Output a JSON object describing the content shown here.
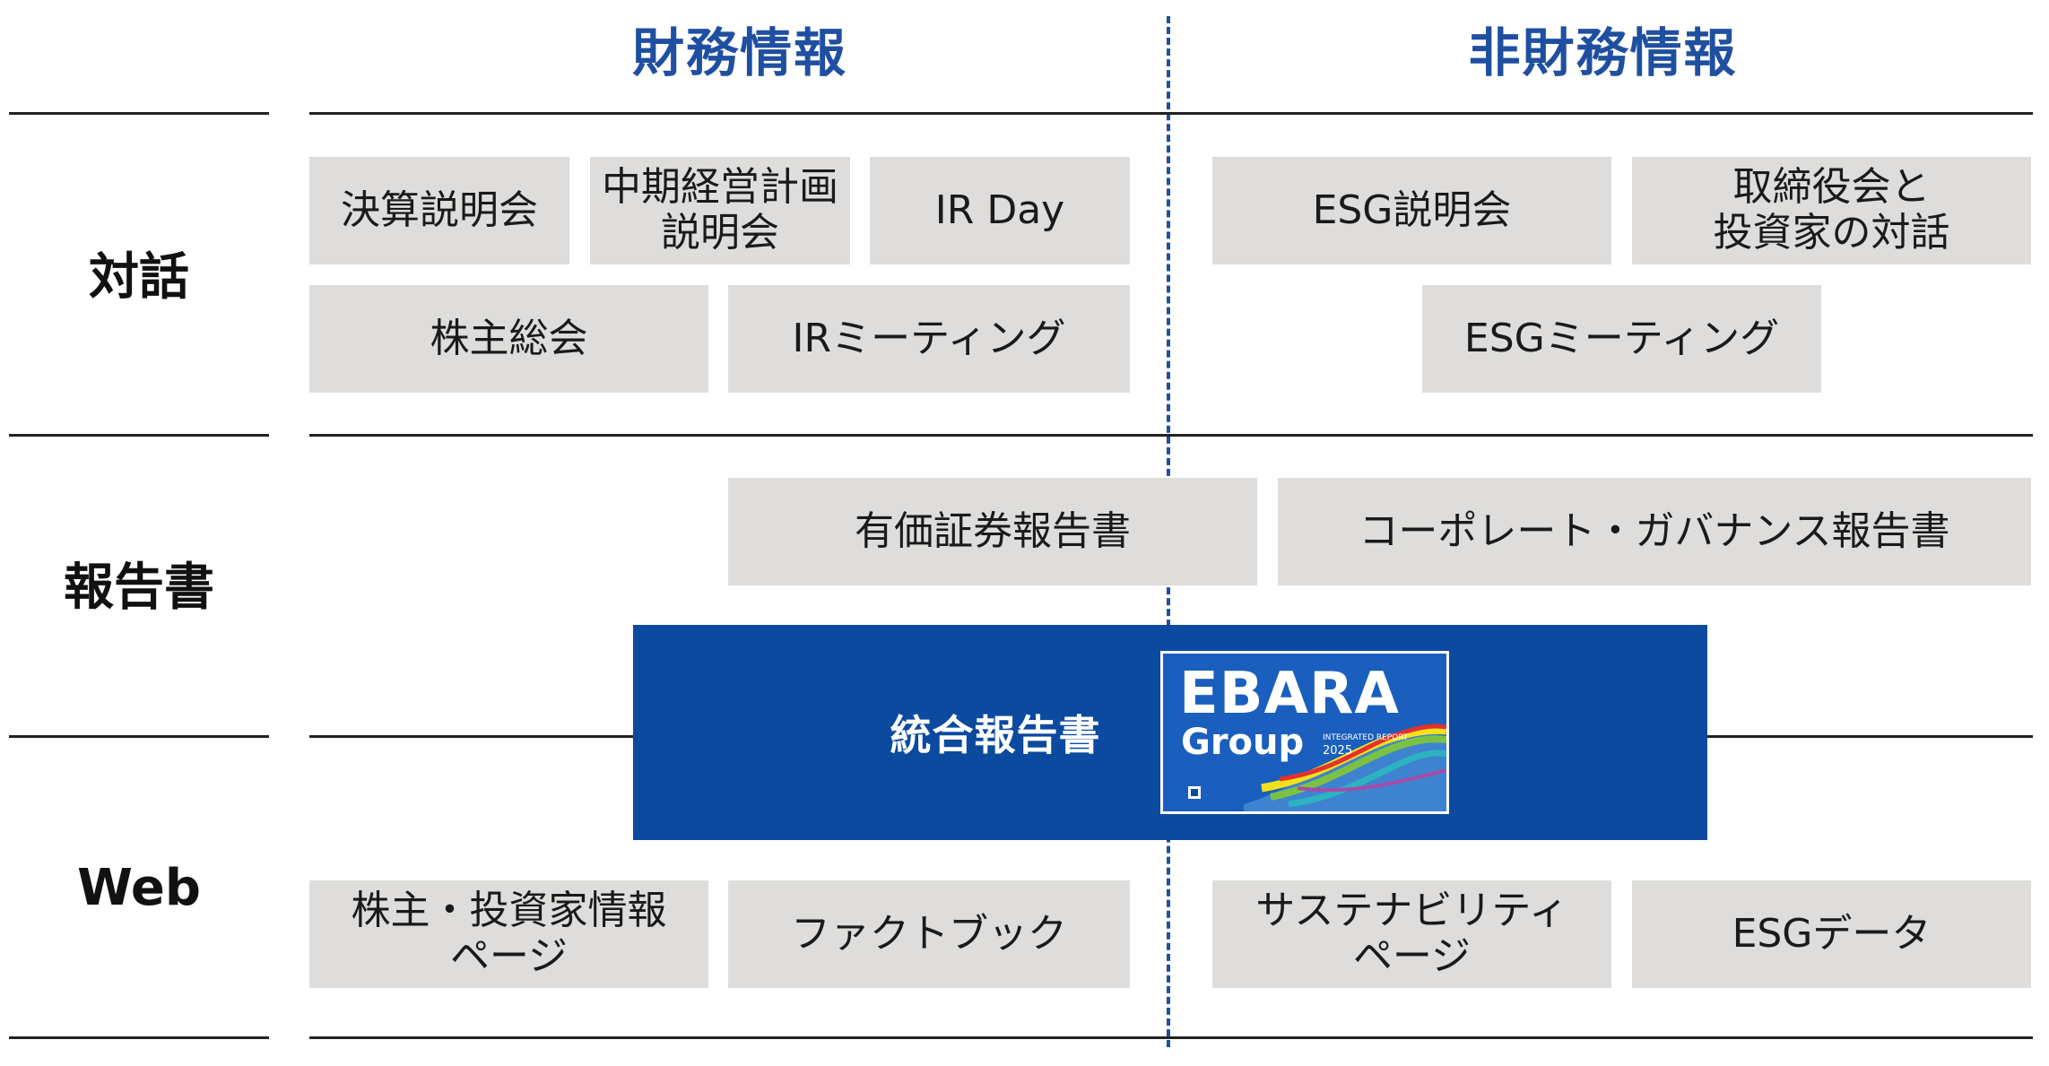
{
  "columns": {
    "financial": "財務情報",
    "non_financial": "非財務情報"
  },
  "rows": {
    "dialogue": "対話",
    "reports": "報告書",
    "web": "Web"
  },
  "dialogue": {
    "financial_results_briefing": "決算説明会",
    "mid_term_plan_briefing": "中期経営計画\n説明会",
    "ir_day": "IR Day",
    "shareholders_meeting": "株主総会",
    "ir_meeting": "IRミーティング",
    "esg_briefing": "ESG説明会",
    "director_investor_dialogue": "取締役会と\n投資家の対話",
    "esg_meeting": "ESGミーティング"
  },
  "reports": {
    "securities_report": "有価証券報告書",
    "governance_report": "コーポレート・ガバナンス報告書",
    "integrated_report": "統合報告書"
  },
  "cover": {
    "brand": "EBARA",
    "group": "Group",
    "report_caption": "INTEGRATED REPORT",
    "year": "2025"
  },
  "web": {
    "investor_page": "株主・投資家情報\nページ",
    "fact_book": "ファクトブック",
    "sustainability_page": "サステナビリティ\nページ",
    "esg_data": "ESGデータ"
  },
  "colors": {
    "accent_blue": "#1f4fa0",
    "integrated_report_fill": "#0b4a9e",
    "box_fill": "#dedddb"
  }
}
